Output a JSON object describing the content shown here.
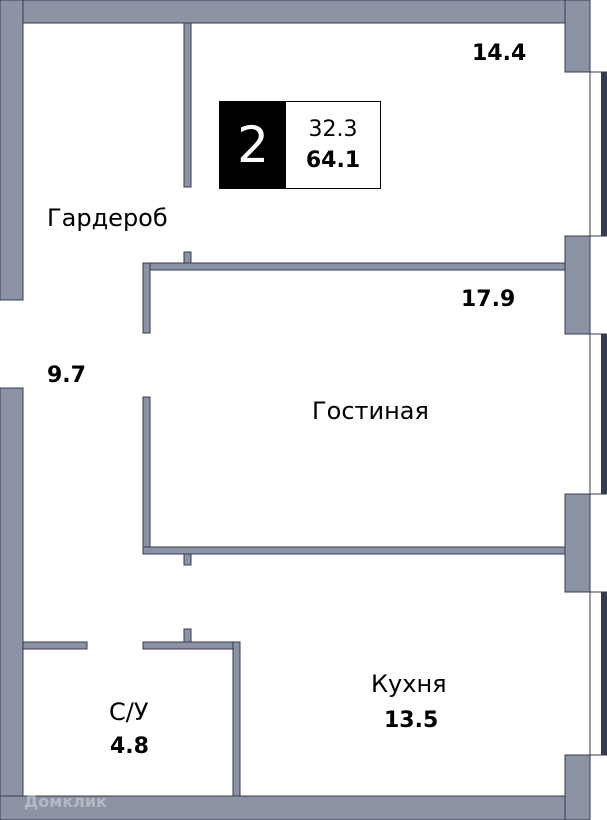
{
  "plan": {
    "colors": {
      "wall_fill": "#8b93a4",
      "wall_stroke": "#343b4f",
      "window_frame": "#343b4f",
      "background": "#ffffff"
    },
    "badge": {
      "rooms": "2",
      "living_area": "32.3",
      "total_area": "64.1"
    },
    "rooms": [
      {
        "name": "",
        "area": "14.4"
      },
      {
        "name": "Гардероб",
        "area": ""
      },
      {
        "name": "",
        "area": "9.7"
      },
      {
        "name": "Гостиная",
        "area": "17.9"
      },
      {
        "name": "Кухня",
        "area": "13.5"
      },
      {
        "name": "С/У",
        "area": "4.8"
      }
    ],
    "watermark": "Домклик"
  }
}
